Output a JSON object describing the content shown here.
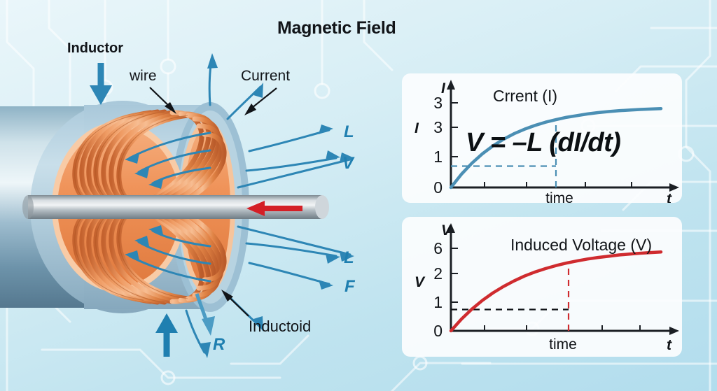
{
  "title": "Magnetic Field",
  "illustration": {
    "labels": {
      "inductor": "Inductor",
      "wire": "wire",
      "current": "Current",
      "inductoid": "Inductoid"
    },
    "field_symbols": {
      "l_upper": "L",
      "v_upper": "V",
      "l_lower": "L",
      "f_lower": "F",
      "r_bottom": "R"
    },
    "colors": {
      "coil_copper": "#d97a45",
      "coil_copper_light": "#f0a87a",
      "core_metal": "#b9c0c6",
      "shell_blue": "#9fc3d6",
      "field_arrow_blue": "#2d86b5",
      "current_arrow_red": "#d41f26",
      "callout_arrow_blue": "#2b86bb"
    }
  },
  "formula": "V = –L (dI/dt)",
  "chart_data": [
    {
      "type": "line",
      "id": "current-chart",
      "title": "Crrent (I)",
      "axis_symbol_y": "I",
      "axis_label_y": "I",
      "axis_symbol_x": "t",
      "axis_label_x": "time",
      "ytick_labels": [
        "0",
        "1",
        "3",
        "3"
      ],
      "ytick_values": [
        0,
        1,
        3,
        3
      ],
      "ylim": [
        0,
        4.2
      ],
      "xlim": [
        0,
        10
      ],
      "grid": false,
      "legend": "none",
      "series": [
        {
          "name": "Crrent (I)",
          "color": "#4b8fb4",
          "x": [
            0,
            0.5,
            1,
            1.5,
            2,
            2.5,
            3,
            3.5,
            4,
            4.5,
            5,
            5.5,
            6,
            6.5,
            7,
            7.5,
            8,
            8.5,
            9,
            9.5,
            10
          ],
          "y": [
            0,
            0.62,
            1.14,
            1.58,
            1.95,
            2.26,
            2.52,
            2.73,
            2.91,
            3.06,
            3.18,
            3.29,
            3.37,
            3.45,
            3.51,
            3.56,
            3.6,
            3.63,
            3.66,
            3.68,
            3.7
          ]
        }
      ],
      "annotations": {
        "hline_y": 1,
        "hline_style": "dashed",
        "hline_color": "#4b8fb4",
        "vline_x": 5.0,
        "vline_style": "dashed",
        "vline_color": "#4b8fb4"
      }
    },
    {
      "type": "line",
      "id": "voltage-chart",
      "title": "Induced Voltage (V)",
      "axis_symbol_y": "V",
      "axis_label_y": "V",
      "axis_symbol_x": "t",
      "axis_label_x": "time",
      "ytick_labels": [
        "0",
        "1",
        "2",
        "6"
      ],
      "ytick_values": [
        0,
        1,
        2,
        6
      ],
      "ylim": [
        0,
        4.2
      ],
      "xlim": [
        0,
        10
      ],
      "grid": false,
      "legend": "none",
      "series": [
        {
          "name": "Induced Voltage (V)",
          "color": "#cf2b2f",
          "x": [
            0,
            0.5,
            1,
            1.5,
            2,
            2.5,
            3,
            3.5,
            4,
            4.5,
            5,
            5.5,
            6,
            6.5,
            7,
            7.5,
            8,
            8.5,
            9,
            9.5,
            10
          ],
          "y": [
            0,
            0.55,
            1.02,
            1.43,
            1.78,
            2.08,
            2.34,
            2.57,
            2.76,
            2.92,
            3.06,
            3.18,
            3.28,
            3.37,
            3.44,
            3.5,
            3.56,
            3.6,
            3.64,
            3.67,
            3.7
          ]
        }
      ],
      "annotations": {
        "hline_y": 1,
        "hline_style": "dashed",
        "hline_color": "#111418",
        "vline_x": 5.6,
        "vline_style": "dashed",
        "vline_color": "#cf2b2f"
      }
    }
  ]
}
